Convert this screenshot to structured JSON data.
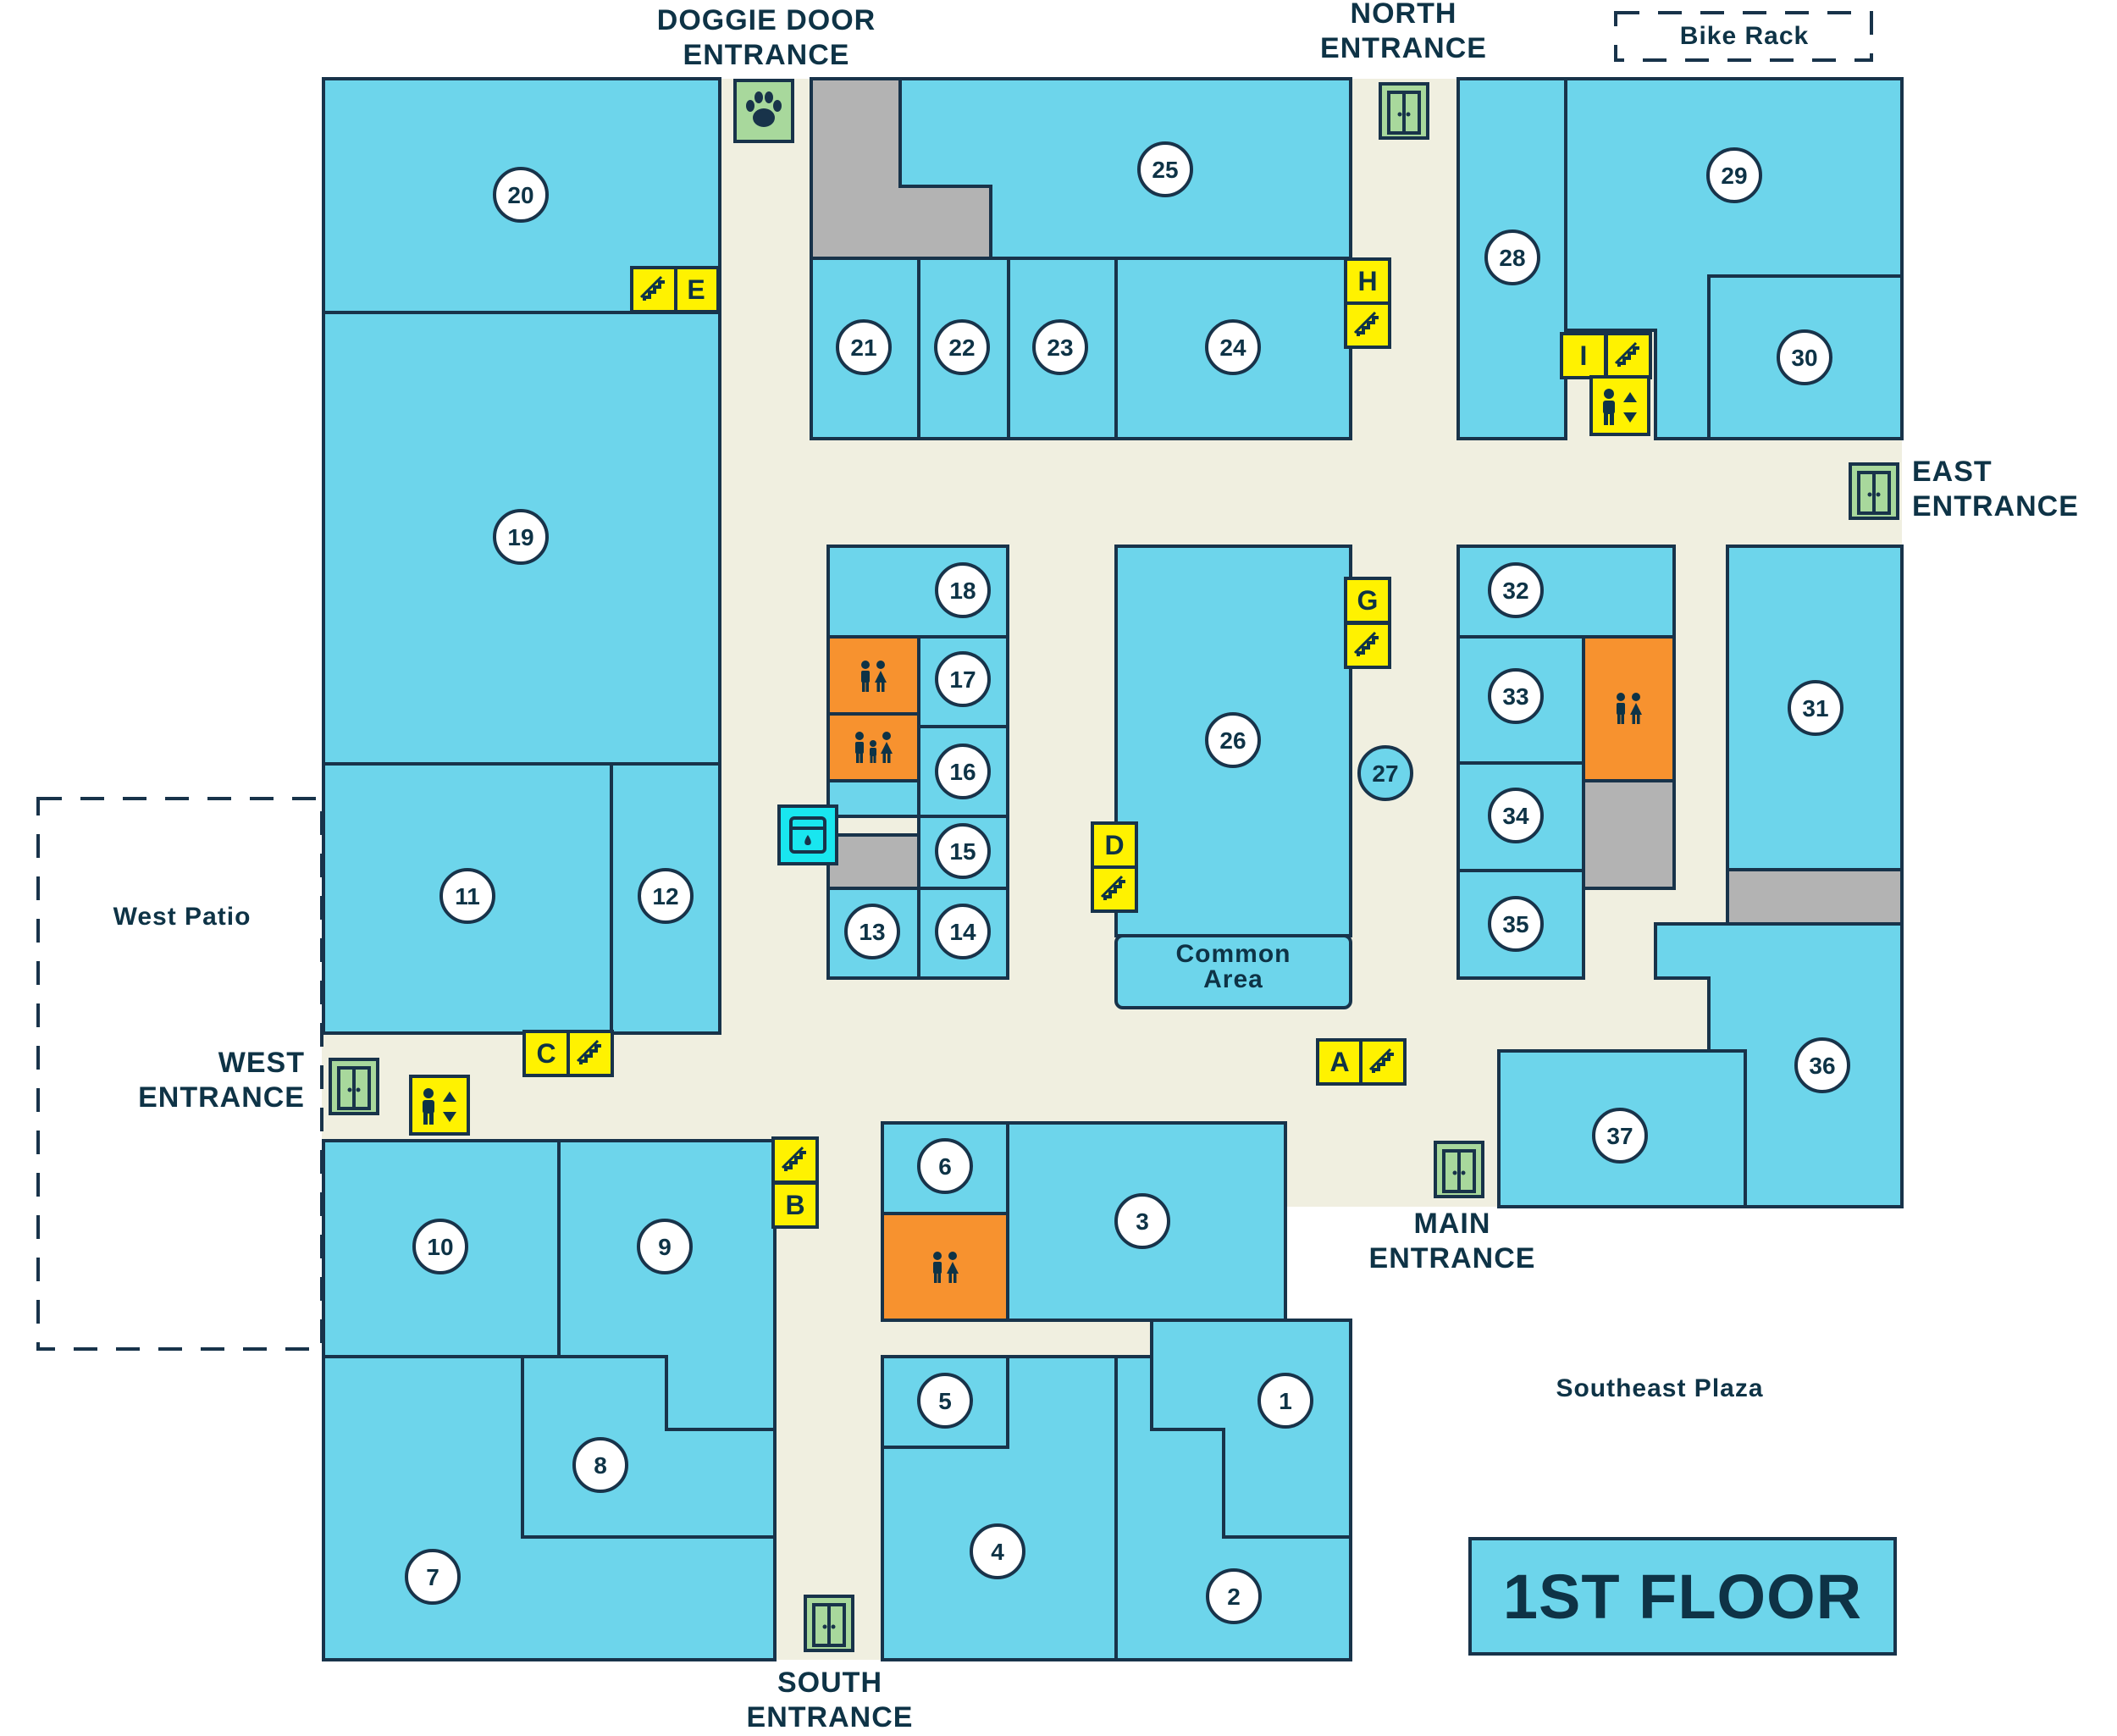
{
  "map": {
    "floor_label": "1ST FLOOR",
    "entrances": {
      "doggie": [
        "DOGGIE DOOR",
        "ENTRANCE"
      ],
      "north": [
        "NORTH",
        "ENTRANCE"
      ],
      "east": [
        "EAST",
        "ENTRANCE"
      ],
      "west": [
        "WEST",
        "ENTRANCE"
      ],
      "main": [
        "MAIN",
        "ENTRANCE"
      ],
      "south": [
        "SOUTH",
        "ENTRANCE"
      ]
    },
    "areas": {
      "bike_rack": "Bike Rack",
      "west_patio": "West Patio",
      "southeast_plaza": "Southeast Plaza",
      "common_area": [
        "Common",
        "Area"
      ]
    },
    "rooms": [
      "1",
      "2",
      "3",
      "4",
      "5",
      "6",
      "7",
      "8",
      "9",
      "10",
      "11",
      "12",
      "13",
      "14",
      "15",
      "16",
      "17",
      "18",
      "19",
      "20",
      "21",
      "22",
      "23",
      "24",
      "25",
      "26",
      "27",
      "28",
      "29",
      "30",
      "31",
      "32",
      "33",
      "34",
      "35",
      "36",
      "37"
    ],
    "stairs": [
      "A",
      "B",
      "C",
      "D",
      "E",
      "G",
      "H",
      "I"
    ],
    "colors": {
      "room": "#6dd5eb",
      "corridor": "#f0efe0",
      "wall": "#18334a",
      "restroom": "#f7922f",
      "stairs": "#fff200",
      "entrance": "#a8d89c",
      "utility": "#b3b3b3",
      "water_fountain": "#19e6ef"
    },
    "icons": [
      "stairs-icon",
      "elevator-icon",
      "restroom-icon",
      "family-restroom-icon",
      "door-icon",
      "paw-icon",
      "water-fountain-icon"
    ]
  }
}
